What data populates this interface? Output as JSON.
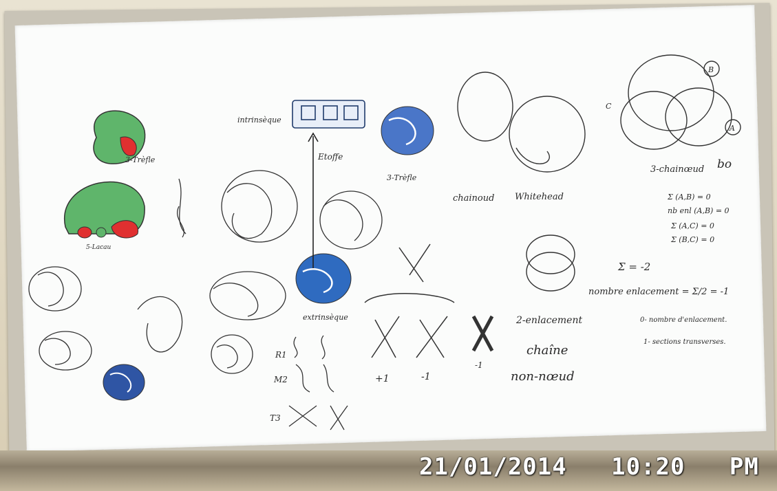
{
  "photo": {
    "timestamp": "21/01/2014   10:20   PM"
  },
  "whiteboard": {
    "left": {
      "trefoil_label": "3-Trèfle",
      "lacau_label": "5-Lacau"
    },
    "middle": {
      "intrinseque": "intrinsèque",
      "etoffe": "Etoffe",
      "extrinseque": "extrinsèque",
      "reidemeister": [
        "R1",
        "M2",
        "T3"
      ]
    },
    "center": {
      "trefoil_label": "3-Trèfle",
      "chainoud_label": "chainoud",
      "whitehead_label": "Whitehead",
      "plus_one": "+1",
      "minus_one": "-1",
      "minus_one_bold": "-1",
      "enlacement": "2-enlacement",
      "chaine": "chaîne",
      "non_noeud": "non-nœud"
    },
    "right": {
      "chainoud3": "3-chainœud",
      "bo": "bo",
      "sums": [
        "Σ (A,B) = 0",
        "nb enl (A,B) = 0",
        "Σ (A,C) = 0",
        "Σ (B,C) = 0"
      ],
      "sigma": "Σ = -2",
      "nombre_enlacement": "nombre enlacement = Σ/2 = -1",
      "zero_note": "0- nombre d'enlacement.",
      "one_note": "1- sections transverses.",
      "labels": {
        "A": "A",
        "B": "B",
        "C": "C"
      }
    }
  }
}
